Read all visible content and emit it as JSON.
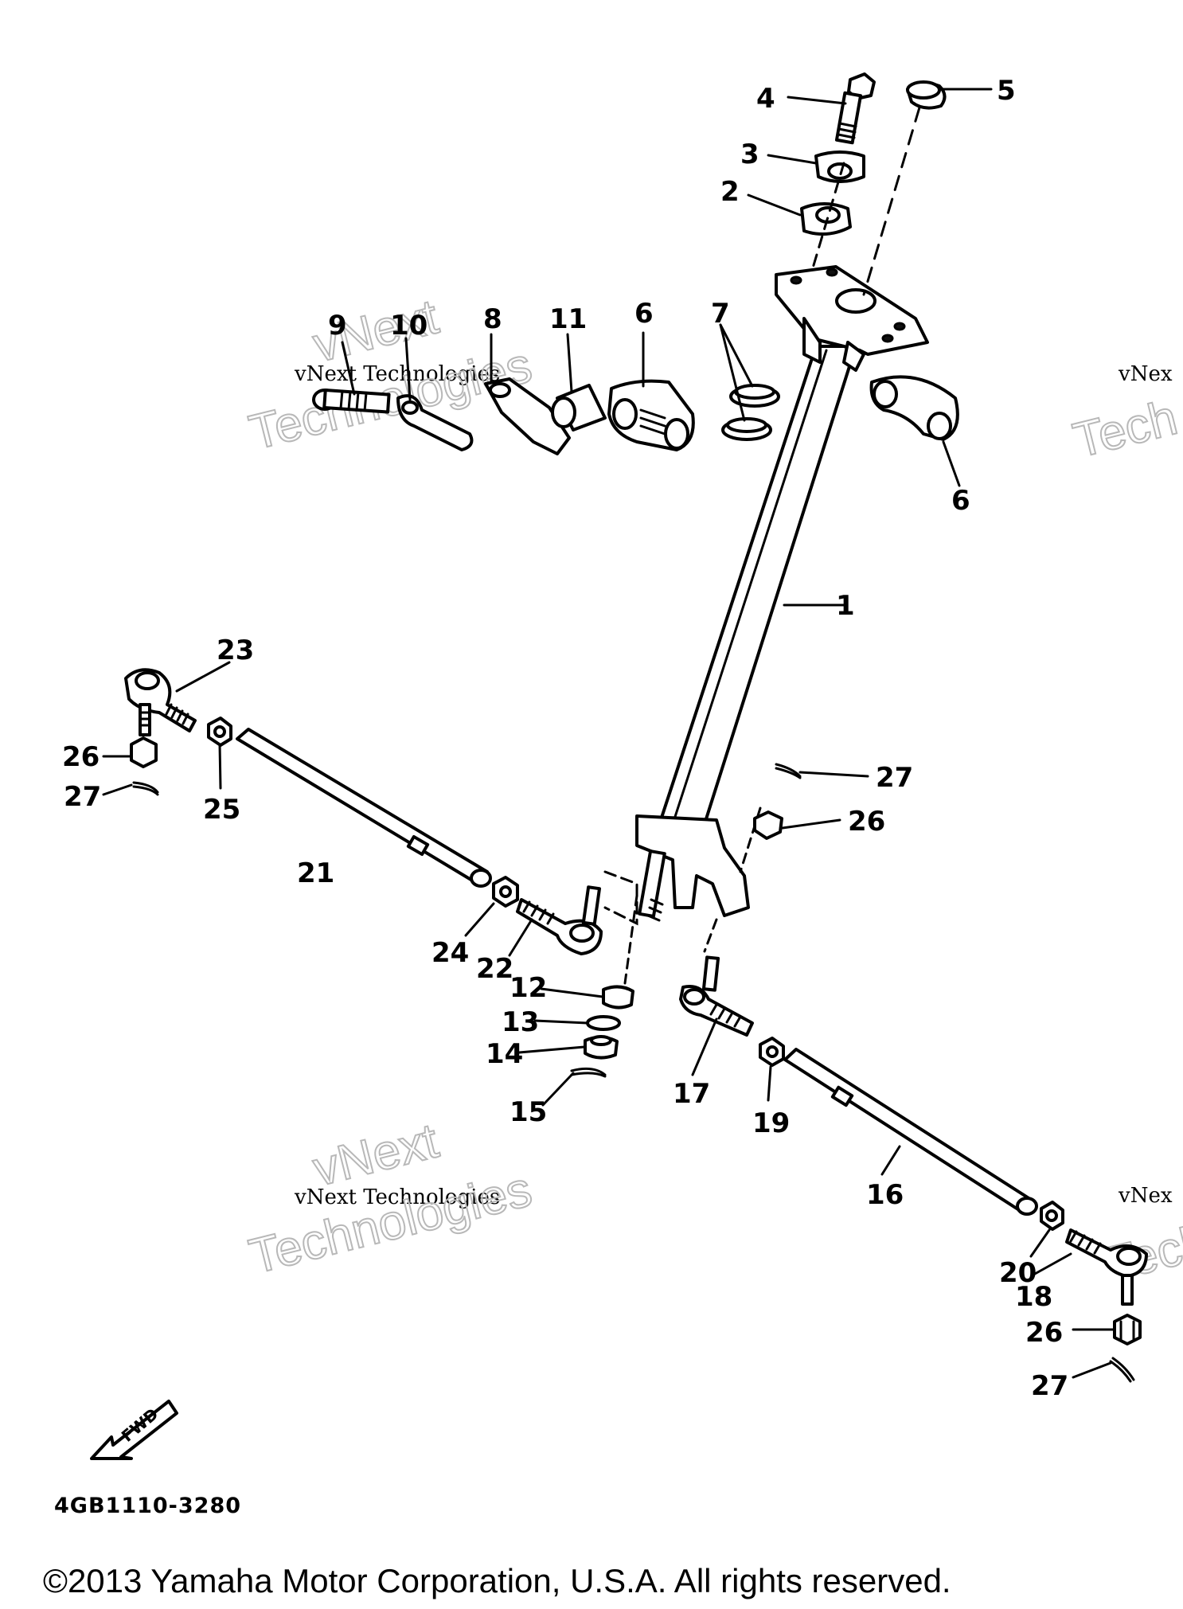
{
  "drawing_code": "4GB1110-3280",
  "copyright": "©2013 Yamaha Motor Corporation, U.S.A. All rights reserved.",
  "fwd_label": "FWD",
  "watermark": {
    "line1": "vNext",
    "line2": "vNext Technologies",
    "line3": "Technologies",
    "partial1": "vNex",
    "partial2": "Tech"
  },
  "callouts": {
    "c1": "1",
    "c2": "2",
    "c3": "3",
    "c4": "4",
    "c5": "5",
    "c6a": "6",
    "c6b": "6",
    "c7": "7",
    "c8": "8",
    "c9": "9",
    "c10": "10",
    "c11": "11",
    "c12": "12",
    "c13": "13",
    "c14": "14",
    "c15": "15",
    "c16": "16",
    "c17": "17",
    "c18": "18",
    "c19": "19",
    "c20": "20",
    "c21": "21",
    "c22": "22",
    "c23": "23",
    "c24": "24",
    "c25": "25",
    "c26a": "26",
    "c26b": "26",
    "c26c": "26",
    "c27a": "27",
    "c27b": "27",
    "c27c": "27"
  }
}
